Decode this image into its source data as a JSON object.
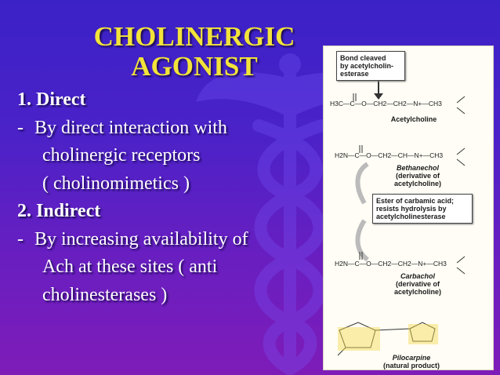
{
  "slide": {
    "title_line1": "CHOLINERGIC",
    "title_line2": "AGONIST",
    "lines": [
      "1. Direct",
      "By direct interaction with",
      "cholinergic receptors",
      "( cholinomimetics )",
      "2. Indirect",
      "By increasing availability of",
      "Ach at these sites ( anti",
      "cholinesterases )"
    ],
    "dash": "-"
  },
  "figure": {
    "callout_top": [
      "Bond cleaved",
      "by acetylcholin-",
      "esterase"
    ],
    "callout_mid": [
      "Ester of carbamic acid;",
      "resists hydrolysis by",
      "acetylcholinesterase"
    ],
    "molecules": {
      "acetylcholine": {
        "formula": "H3C—C—O—CH2—CH2—N+—CH3",
        "name": "Acetylcholine"
      },
      "bethanechol": {
        "formula": "H2N—C—O—CH2—CH—N+—CH3",
        "name_italic": "Bethanechol",
        "name_sub": [
          "(derivative of",
          "acetylcholine)"
        ]
      },
      "carbachol": {
        "formula": "H2N—C—O—CH2—CH2—N+—CH3",
        "name_italic": "Carbachol",
        "name_sub": [
          "(derivative of",
          "acetylcholine)"
        ]
      },
      "pilocarpine": {
        "name_italic": "Pilocarpine",
        "name_sub": "(natural product)"
      }
    }
  }
}
